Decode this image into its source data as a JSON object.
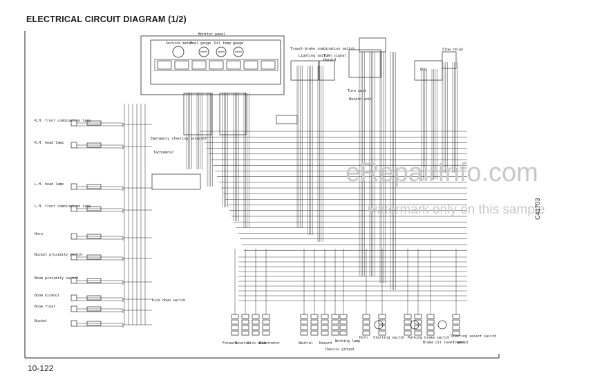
{
  "title": "ELECTRICAL CIRCUIT DIAGRAM (1/2)",
  "page_number": "10-122",
  "drawing_code": "C41703",
  "watermark": {
    "line1": "eRepairInfo.com",
    "line2": "watermark only on this sample"
  },
  "monitor_panel": {
    "label": "Monitor panel",
    "gauges": [
      "Service meter",
      "Fuel gauge",
      "Oil temp gauge"
    ]
  },
  "left_components": [
    "R.H. front combination lamp",
    "R.H. head lamp",
    "L.H. head lamp",
    "L.H. front combination lamp",
    "Horn",
    "Bucket proximity switch",
    "Boom proximity switch",
    "Boom kickout",
    "Boom float",
    "Bucket"
  ],
  "mid_components": [
    "Emergency steering selector",
    "Tachometer",
    "Kick down switch"
  ],
  "top_components": [
    "Travel-brake combination switch",
    "Lighting switch",
    "Turn signal",
    "Hazard",
    "Turn unit",
    "Hazard unit",
    "ECU",
    "Slow relay"
  ],
  "bottom_components": [
    "Forward",
    "Reverse",
    "Kick-down",
    "Alternator",
    "Neutral",
    "Hazard",
    "Working lamp",
    "Horn",
    "Starting switch",
    "Parking brake switch",
    "Brake oil level sensor",
    "Steering select switch",
    "Chassis ground",
    "Travel"
  ],
  "icons": [
    "switch-icon",
    "lamp-icon",
    "horn-icon",
    "gauge-icon",
    "ground-icon"
  ],
  "colors": {
    "line": "#222222",
    "watermark": "#c8c8c8",
    "background": "#ffffff"
  }
}
